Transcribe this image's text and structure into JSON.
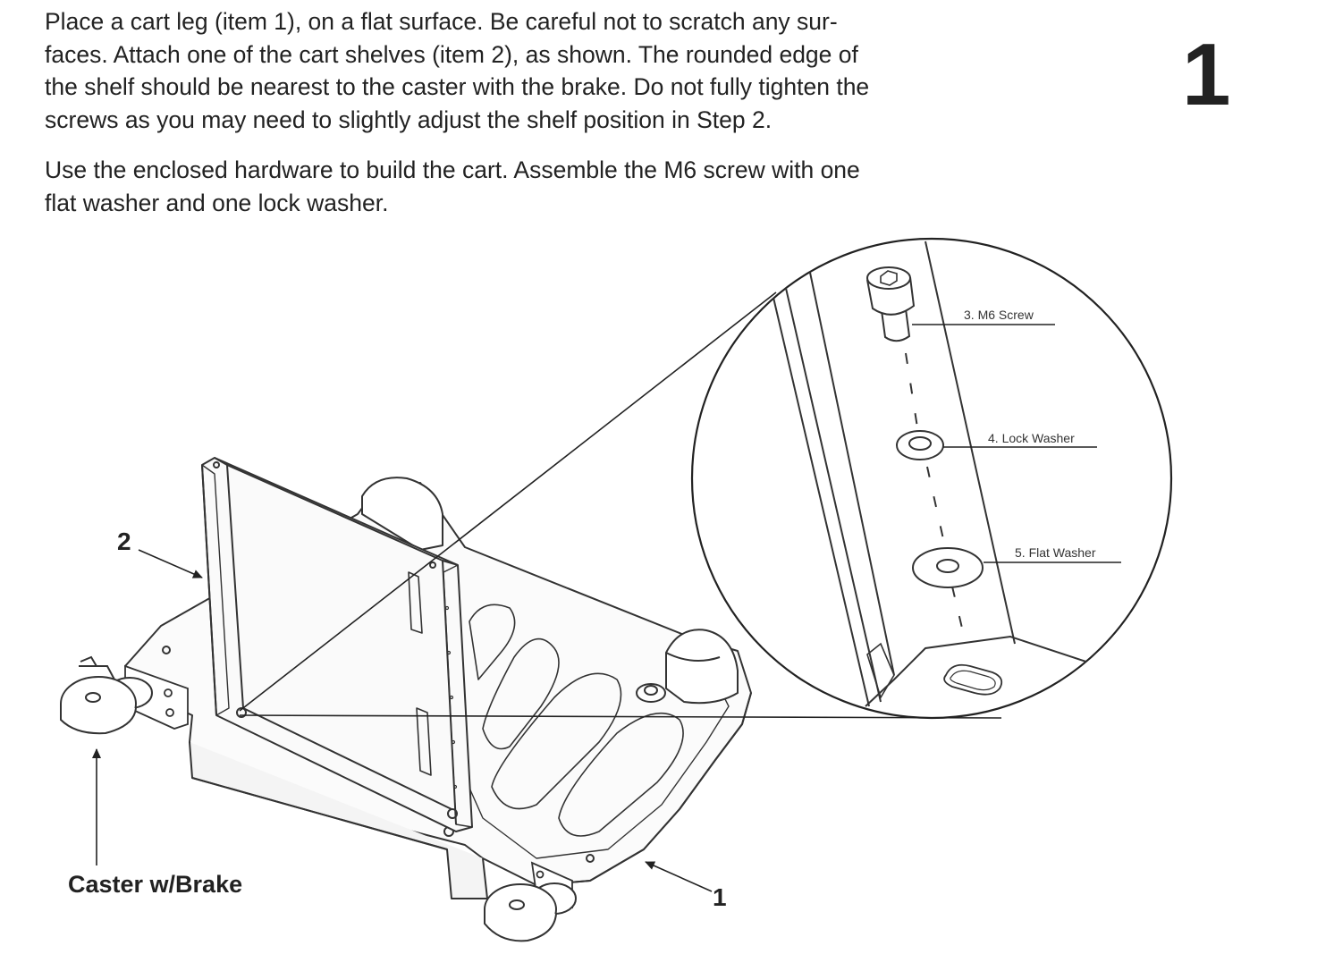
{
  "step": {
    "number": "1"
  },
  "instructions": {
    "paragraph1_lines": [
      "Place a cart leg (item 1), on a flat surface. Be careful not to scratch any sur-",
      "faces. Attach one of the cart shelves (item 2), as shown. The rounded edge of",
      "the shelf should be nearest to the caster with the brake. Do not fully tighten the",
      "screws as you may need to slightly adjust the shelf position in Step 2."
    ],
    "paragraph2_lines": [
      "Use the enclosed hardware to build the cart. Assemble the M6 screw with one",
      "flat washer and one lock washer."
    ]
  },
  "callouts": {
    "shelf": "2",
    "leg": "1",
    "caster": "Caster w/Brake"
  },
  "hardware": {
    "screw": "3. M6 Screw",
    "lock_washer": "4. Lock Washer",
    "flat_washer": "5. Flat Washer"
  }
}
